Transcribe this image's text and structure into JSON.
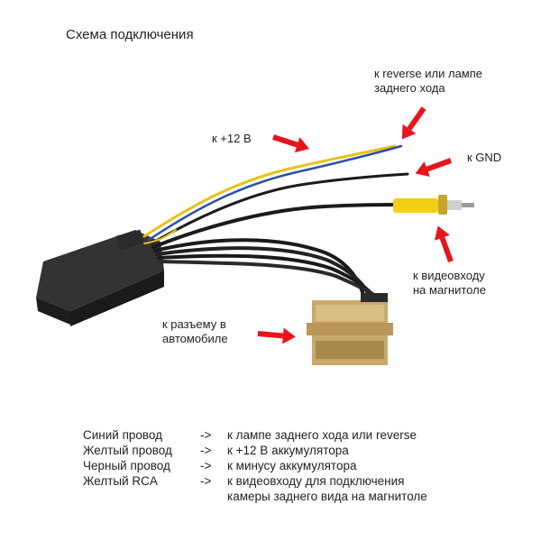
{
  "title": "Схема подключения",
  "labels": {
    "reverse_line1": "к reverse или  лампе",
    "reverse_line2": "заднего хода",
    "plus12": "к +12 В",
    "gnd": "к GND",
    "video_line1": "к видеовходу",
    "video_line2": "на магнитоле",
    "connector_line1": "к разъему в",
    "connector_line2": "автомобиле"
  },
  "legend": [
    {
      "wire": "Синий провод",
      "arrow": "->",
      "desc": "к лампе заднего хода или reverse"
    },
    {
      "wire": "Желтый провод",
      "arrow": "->",
      "desc": "к +12 В аккумулятора"
    },
    {
      "wire": "Черный провод",
      "arrow": "->",
      "desc": "к минусу аккумулятора"
    },
    {
      "wire": "Желтый RCA",
      "arrow": "->",
      "desc": "к видеовходу для подключения"
    },
    {
      "wire": "",
      "arrow": "",
      "desc": "камеры заднего вида на магнитоле"
    }
  ],
  "colors": {
    "arrow": "#e8141c",
    "wire_yellow": "#e6c21a",
    "wire_blue": "#2a4fb0",
    "wire_black": "#1a1a1a",
    "connector": "#c9a96a",
    "box": "#262626",
    "rca_yellow": "#f2cf17",
    "rca_metal": "#cfcfcf"
  }
}
